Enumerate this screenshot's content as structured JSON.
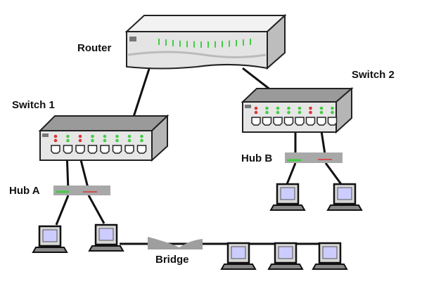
{
  "labels": {
    "router": "Router",
    "switch1": "Switch 1",
    "switch2": "Switch 2",
    "hub_a": "Hub A",
    "hub_b": "Hub B",
    "bridge": "Bridge"
  },
  "colors": {
    "device_body": "#dcdcdc",
    "hub": "#a8a8a8",
    "led_green": "#44cc44",
    "led_red": "#dd3333",
    "screen": "#ccccff",
    "cable": "#111111"
  }
}
